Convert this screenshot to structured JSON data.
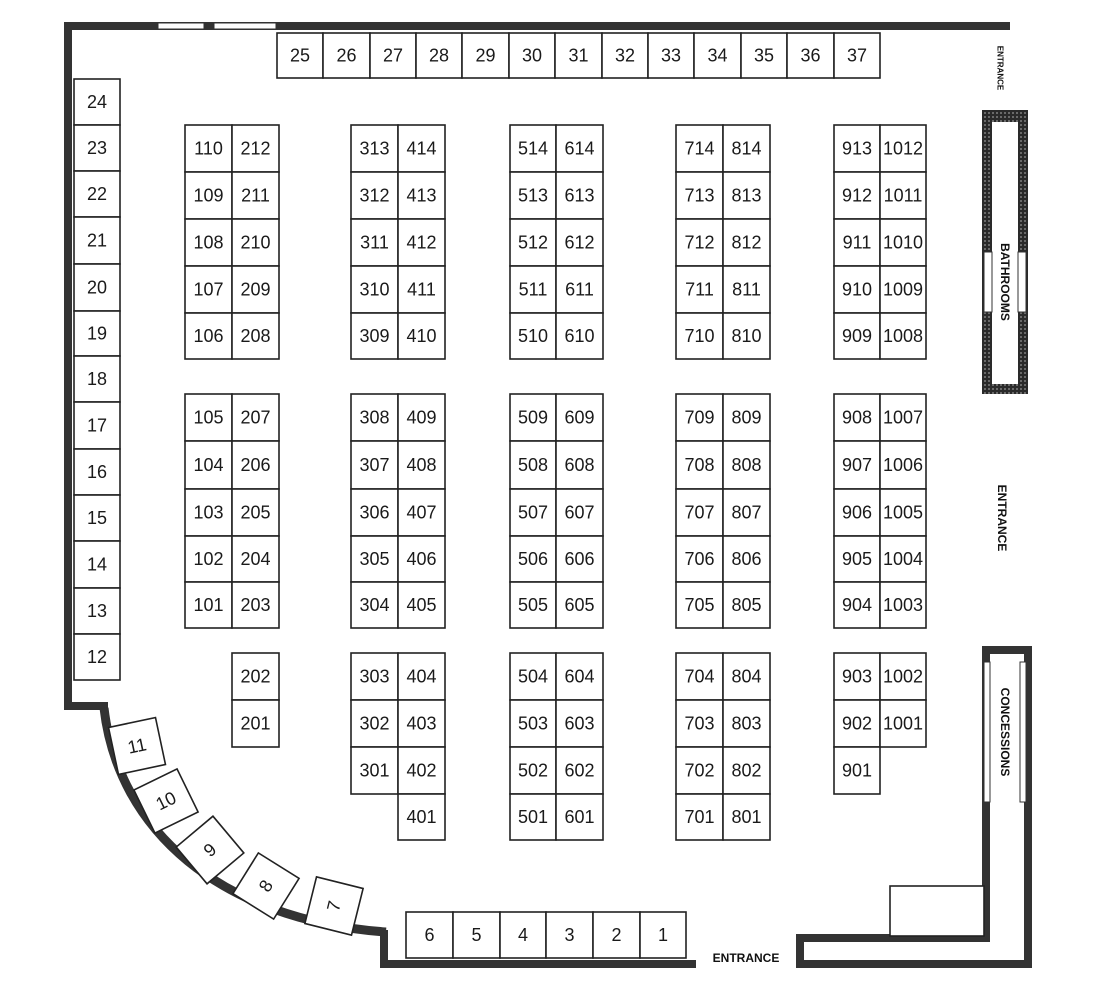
{
  "labels": {
    "entrance_top_right": "ENTRANCE",
    "entrance_right": "ENTRANCE",
    "entrance_bottom": "ENTRANCE",
    "bathrooms": "BATHROOMS",
    "concessions": "CONCESSIONS"
  },
  "booths": {
    "top_row": [
      "25",
      "26",
      "27",
      "28",
      "29",
      "30",
      "31",
      "32",
      "33",
      "34",
      "35",
      "36",
      "37"
    ],
    "left_column": [
      "24",
      "23",
      "22",
      "21",
      "20",
      "19",
      "18",
      "17",
      "16",
      "15",
      "14",
      "13",
      "12"
    ],
    "curve": [
      "11",
      "10",
      "9",
      "8",
      "7"
    ],
    "bottom_row": [
      "6",
      "5",
      "4",
      "3",
      "2",
      "1"
    ],
    "block_a_upper": [
      [
        "110",
        "212"
      ],
      [
        "109",
        "211"
      ],
      [
        "108",
        "210"
      ],
      [
        "107",
        "209"
      ],
      [
        "106",
        "208"
      ]
    ],
    "block_a_middle": [
      [
        "105",
        "207"
      ],
      [
        "104",
        "206"
      ],
      [
        "103",
        "205"
      ],
      [
        "102",
        "204"
      ],
      [
        "101",
        "203"
      ]
    ],
    "block_a_lower": [
      "202",
      "201"
    ],
    "block_b_upper": [
      [
        "313",
        "414"
      ],
      [
        "312",
        "413"
      ],
      [
        "311",
        "412"
      ],
      [
        "310",
        "411"
      ],
      [
        "309",
        "410"
      ]
    ],
    "block_b_middle": [
      [
        "308",
        "409"
      ],
      [
        "307",
        "408"
      ],
      [
        "306",
        "407"
      ],
      [
        "305",
        "406"
      ],
      [
        "304",
        "405"
      ]
    ],
    "block_b_lower": [
      [
        "303",
        "404"
      ],
      [
        "302",
        "403"
      ],
      [
        "301",
        "402"
      ],
      [
        "",
        "401"
      ]
    ],
    "block_c_upper": [
      [
        "514",
        "614"
      ],
      [
        "513",
        "613"
      ],
      [
        "512",
        "612"
      ],
      [
        "511",
        "611"
      ],
      [
        "510",
        "610"
      ]
    ],
    "block_c_middle": [
      [
        "509",
        "609"
      ],
      [
        "508",
        "608"
      ],
      [
        "507",
        "607"
      ],
      [
        "506",
        "606"
      ],
      [
        "505",
        "605"
      ]
    ],
    "block_c_lower": [
      [
        "504",
        "604"
      ],
      [
        "503",
        "603"
      ],
      [
        "502",
        "602"
      ],
      [
        "501",
        "601"
      ]
    ],
    "block_d_upper": [
      [
        "714",
        "814"
      ],
      [
        "713",
        "813"
      ],
      [
        "712",
        "812"
      ],
      [
        "711",
        "811"
      ],
      [
        "710",
        "810"
      ]
    ],
    "block_d_middle": [
      [
        "709",
        "809"
      ],
      [
        "708",
        "808"
      ],
      [
        "707",
        "807"
      ],
      [
        "706",
        "806"
      ],
      [
        "705",
        "805"
      ]
    ],
    "block_d_lower": [
      [
        "704",
        "804"
      ],
      [
        "703",
        "803"
      ],
      [
        "702",
        "802"
      ],
      [
        "701",
        "801"
      ]
    ],
    "block_e_upper": [
      [
        "913",
        "1012"
      ],
      [
        "912",
        "1011"
      ],
      [
        "911",
        "1010"
      ],
      [
        "910",
        "1009"
      ],
      [
        "909",
        "1008"
      ]
    ],
    "block_e_middle": [
      [
        "908",
        "1007"
      ],
      [
        "907",
        "1006"
      ],
      [
        "906",
        "1005"
      ],
      [
        "905",
        "1004"
      ],
      [
        "904",
        "1003"
      ]
    ],
    "block_e_lower": [
      [
        "903",
        "1002"
      ],
      [
        "902",
        "1001"
      ],
      [
        "901",
        ""
      ]
    ]
  }
}
